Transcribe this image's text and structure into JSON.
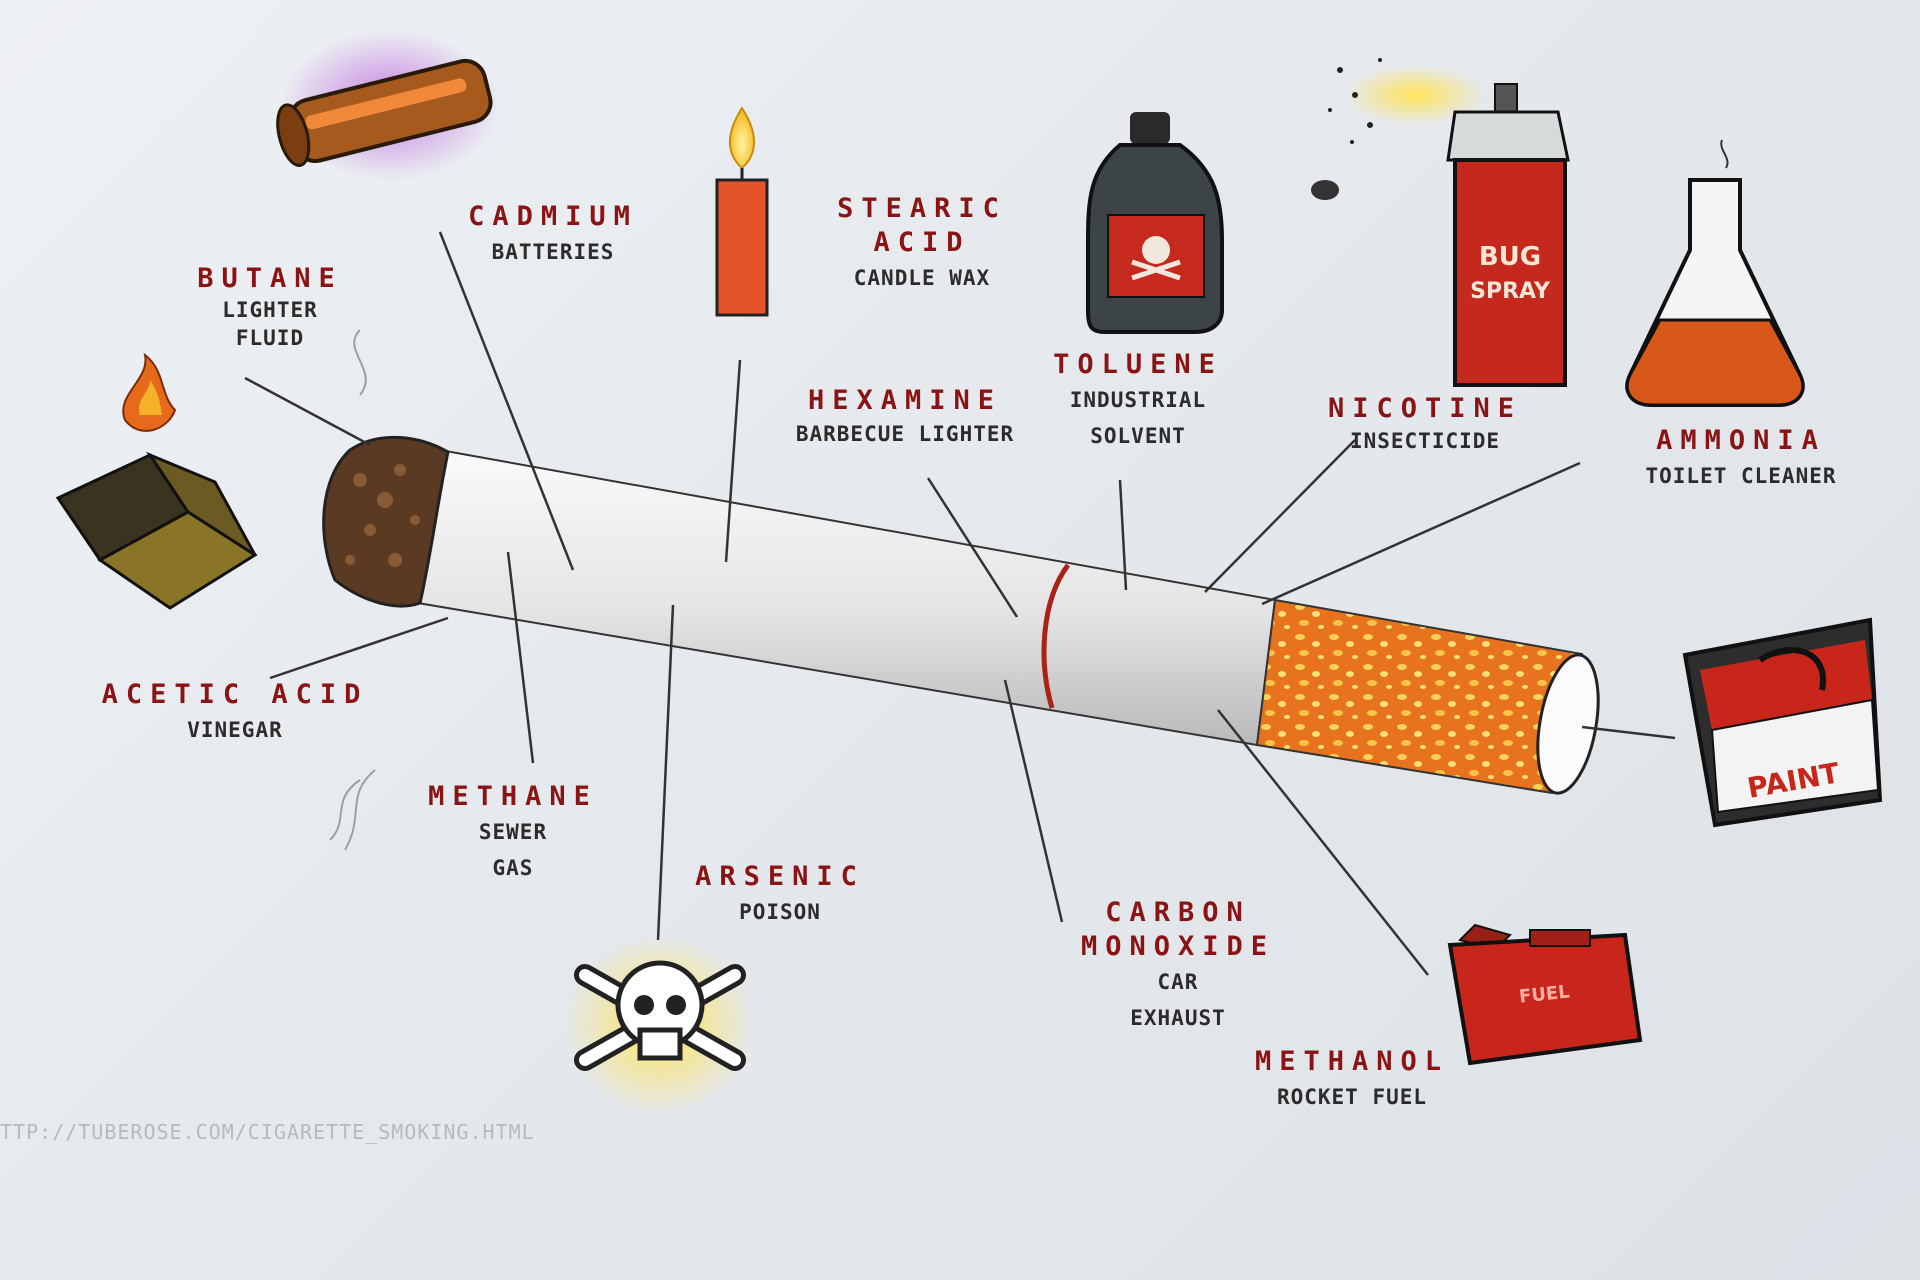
{
  "labels": {
    "butane": {
      "name": "BUTANE",
      "use": [
        "LIGHTER",
        "FLUID"
      ]
    },
    "cadmium": {
      "name": "CADMIUM",
      "use": [
        "BATTERIES"
      ]
    },
    "stearic_acid": {
      "name": [
        "STEARIC",
        "ACID"
      ],
      "use": [
        "CANDLE WAX"
      ]
    },
    "toluene": {
      "name": "TOLUENE",
      "use": [
        "INDUSTRIAL",
        "SOLVENT"
      ]
    },
    "hexamine": {
      "name": "HEXAMINE",
      "use": [
        "BARBECUE LIGHTER"
      ]
    },
    "nicotine": {
      "name": "NICOTINE",
      "use": [
        "INSECTICIDE"
      ]
    },
    "ammonia": {
      "name": "AMMONIA",
      "use": [
        "TOILET CLEANER"
      ]
    },
    "acetic_acid": {
      "name": "ACETIC ACID",
      "use": [
        "VINEGAR"
      ]
    },
    "methane": {
      "name": "METHANE",
      "use": [
        "SEWER",
        "GAS"
      ]
    },
    "arsenic": {
      "name": "ARSENIC",
      "use": [
        "POISON"
      ]
    },
    "carbon_monoxide": {
      "name": [
        "CARBON",
        "MONOXIDE"
      ],
      "use": [
        "CAR",
        "EXHAUST"
      ]
    },
    "methanol": {
      "name": "METHANOL",
      "use": [
        "ROCKET FUEL"
      ]
    }
  },
  "icon_text": {
    "bug_spray": [
      "BUG",
      "SPRAY"
    ],
    "paint": "PAINT",
    "fuel": "FUEL"
  },
  "source_url": "TTP://TUBEROSE.COM/CIGARETTE_SMOKING.HTML",
  "colors": {
    "label_name": "#8a1414",
    "label_use": "#2c2c2c",
    "leader_line": "#333333",
    "background": "#e8ecef",
    "filter": "#e8762a",
    "ember": "#5a3a22"
  }
}
